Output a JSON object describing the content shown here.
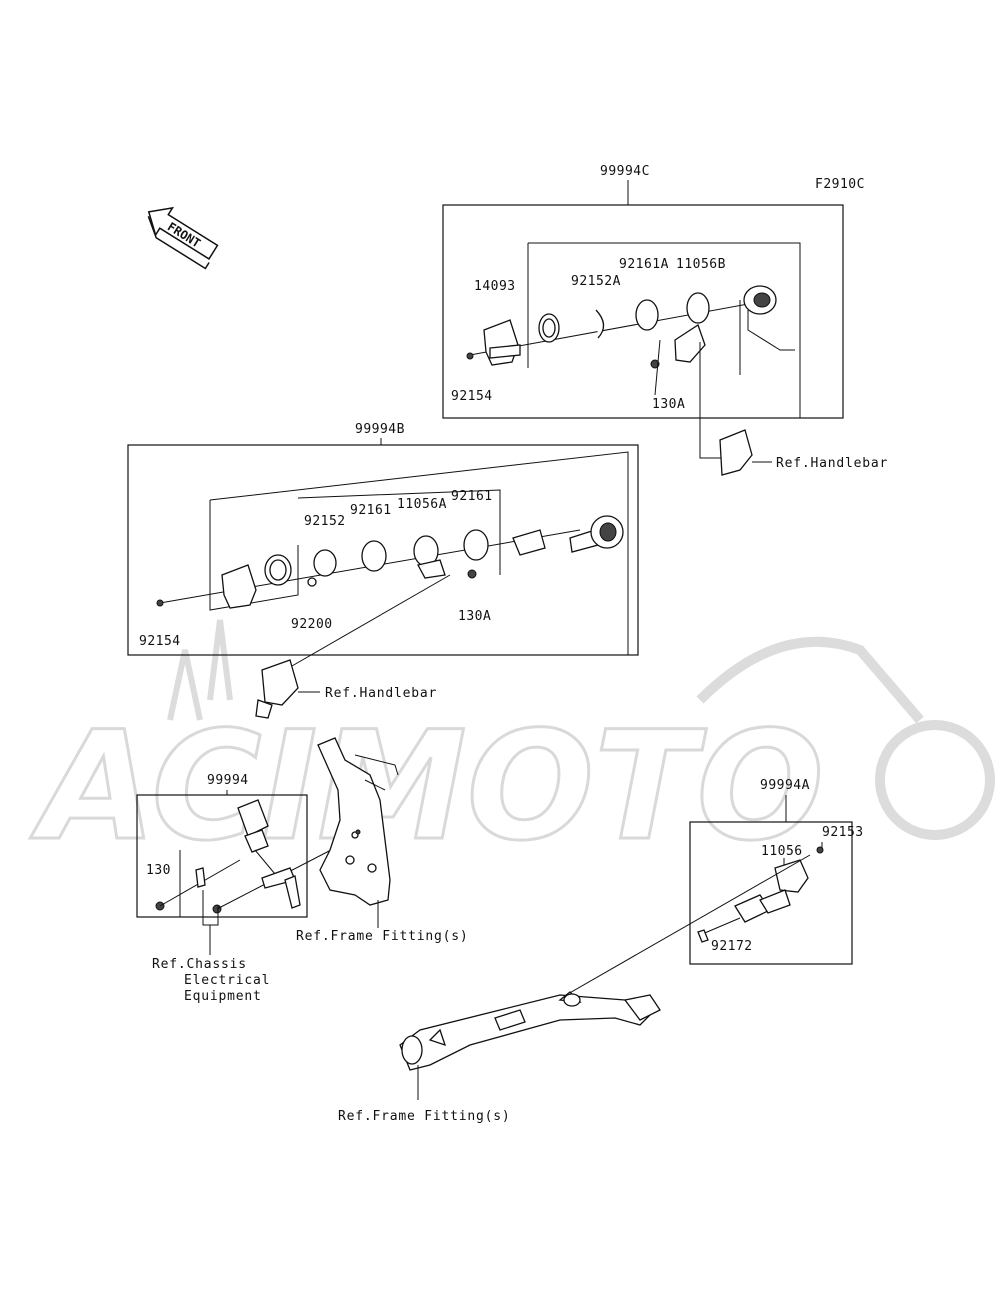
{
  "diagram": {
    "code": "F2910C",
    "front_label": "FRONT",
    "watermark": "ACIMOTO",
    "groups": {
      "c": {
        "label": "99994C",
        "parts": [
          "14093",
          "92152A",
          "92161A",
          "11056B",
          "92154",
          "130A"
        ],
        "ref": "Ref.Handlebar"
      },
      "b": {
        "label": "99994B",
        "parts": [
          "92152",
          "92161",
          "11056A",
          "92161",
          "92154",
          "92200",
          "130A"
        ],
        "ref": "Ref.Handlebar"
      },
      "main": {
        "label": "99994",
        "parts": [
          "130"
        ],
        "ref_lines": [
          "Ref.Chassis",
          "Electrical",
          "Equipment"
        ],
        "frame_ref": "Ref.Frame Fitting(s)"
      },
      "a": {
        "label": "99994A",
        "parts": [
          "92153",
          "11056",
          "92172"
        ],
        "frame_ref": "Ref.Frame Fitting(s)"
      }
    }
  },
  "colors": {
    "ink": "#111111",
    "watermark": "#d9d9d9",
    "background": "#ffffff"
  }
}
